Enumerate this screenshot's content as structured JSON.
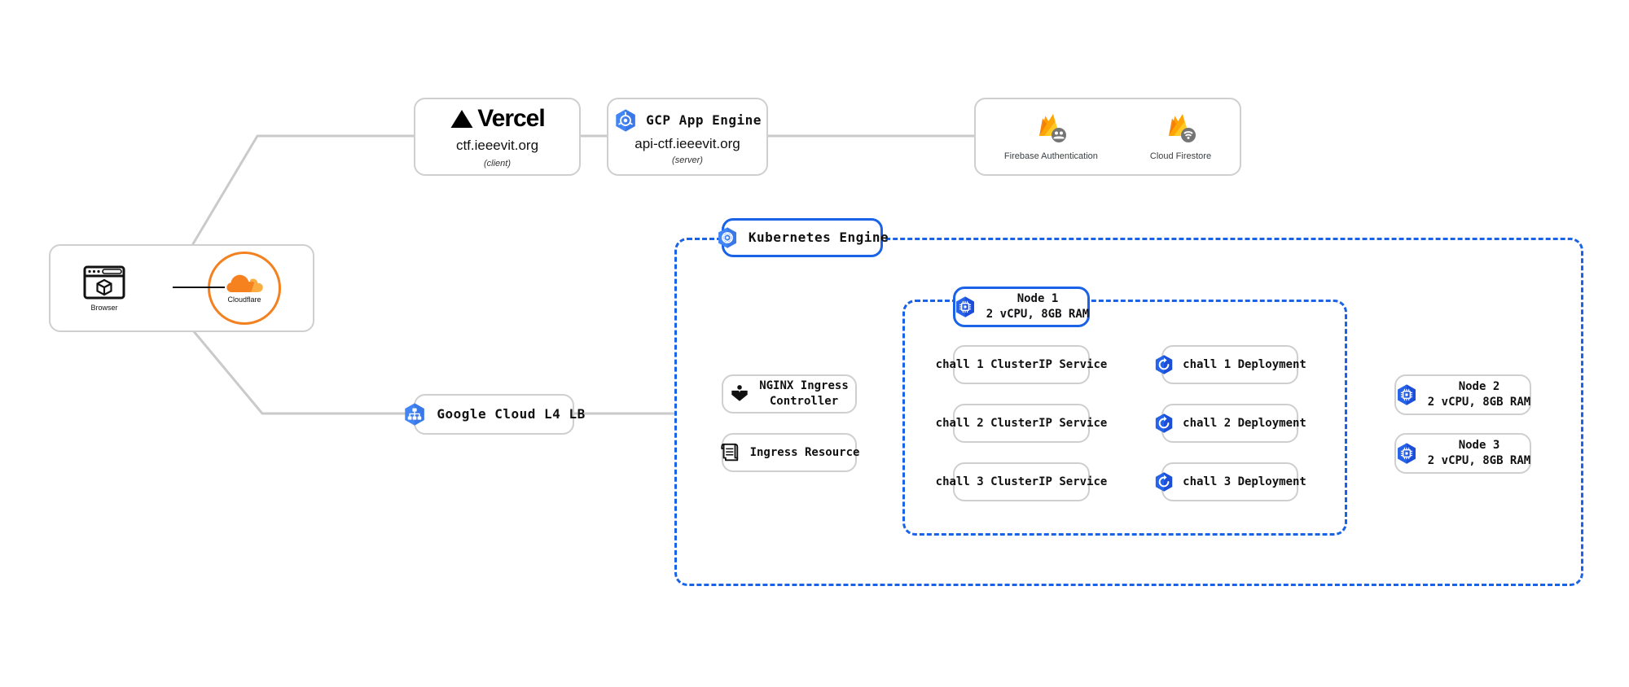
{
  "diagram": {
    "title": "CTF Infrastructure Architecture",
    "colors": {
      "blue": "#1a63e8",
      "gray_border": "#cfcfcf",
      "cloudflare_orange": "#f48120",
      "firebase_amber": "#ffa000",
      "firebase_yellow": "#ffca28",
      "gcp_blue": "#4285f4",
      "text": "#111111"
    }
  },
  "client_zone": {
    "browser": {
      "label": "Browser",
      "icon": "browser-cube-icon"
    },
    "cloudflare": {
      "label": "Cloudflare",
      "icon": "cloudflare-cloud-icon"
    }
  },
  "vercel": {
    "logo_text": "Vercel",
    "logo_icon": "vercel-triangle-icon",
    "domain": "ctf.ieeevit.org",
    "role": "(client)"
  },
  "app_engine": {
    "title": "GCP App Engine",
    "icon": "gcp-app-engine-icon",
    "domain": "api-ctf.ieeevit.org",
    "role": "(server)"
  },
  "firebase": {
    "services": [
      {
        "label": "Firebase Authentication",
        "icon": "firebase-auth-icon"
      },
      {
        "label": "Cloud Firestore",
        "icon": "cloud-firestore-icon"
      }
    ]
  },
  "load_balancer": {
    "title": "Google Cloud L4 LB",
    "icon": "gcp-load-balancer-icon"
  },
  "kubernetes": {
    "title": "Kubernetes Engine",
    "icon": "gcp-kubernetes-engine-icon",
    "ingress": [
      {
        "label": "NGINX Ingress\nController",
        "icon": "nginx-icon"
      },
      {
        "label": "Ingress Resource",
        "icon": "ingress-scroll-icon"
      }
    ],
    "node_1": {
      "name": "Node 1",
      "specs": "2 vCPU, 8GB RAM",
      "icon": "kubernetes-node-icon"
    },
    "services": [
      {
        "label": "chall 1 ClusterIP Service"
      },
      {
        "label": "chall 2 ClusterIP Service"
      },
      {
        "label": "chall 3 ClusterIP Service"
      }
    ],
    "deployments": [
      {
        "label": "chall 1 Deployment",
        "icon": "gcp-deployment-icon"
      },
      {
        "label": "chall 2 Deployment",
        "icon": "gcp-deployment-icon"
      },
      {
        "label": "chall 3 Deployment",
        "icon": "gcp-deployment-icon"
      }
    ],
    "other_nodes": [
      {
        "name": "Node 2",
        "specs": "2 vCPU, 8GB RAM",
        "icon": "kubernetes-node-icon"
      },
      {
        "name": "Node 3",
        "specs": "2 vCPU, 8GB RAM",
        "icon": "kubernetes-node-icon"
      }
    ]
  }
}
